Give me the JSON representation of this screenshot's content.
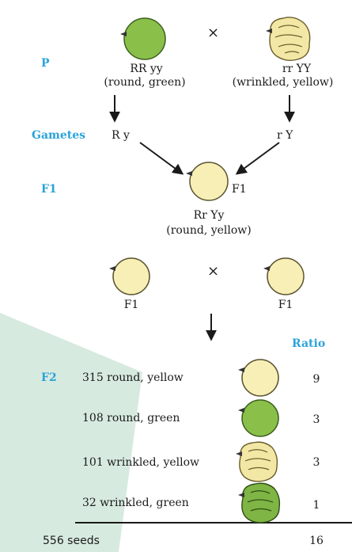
{
  "colors": {
    "generation_label": "#2aa3d8",
    "seed_yellow": "#f7efb5",
    "seed_green": "#8ac04a",
    "wedge": "#d7eadf"
  },
  "parents": {
    "label": "P",
    "cross_symbol": "×",
    "left": {
      "genotype": "RR yy",
      "phenotype": "(round, green)",
      "seed": "round-green"
    },
    "right": {
      "genotype": "rr YY",
      "phenotype": "(wrinkled, yellow)",
      "seed": "wrinkled-yellow"
    }
  },
  "gametes": {
    "label": "Gametes",
    "left": "R y",
    "right": "r Y"
  },
  "f1": {
    "label": "F1",
    "seed_label": "F1",
    "genotype": "Rr Yy",
    "phenotype": "(round, yellow)",
    "cross_symbol": "×",
    "left_label": "F1",
    "right_label": "F1"
  },
  "f2": {
    "label": "F2",
    "ratio_header": "Ratio",
    "rows": [
      {
        "text": "315 round, yellow",
        "ratio": "9",
        "seed": "round-yellow"
      },
      {
        "text": "108 round, green",
        "ratio": "3",
        "seed": "round-green"
      },
      {
        "text": "101 wrinkled, yellow",
        "ratio": "3",
        "seed": "wrinkled-yellow"
      },
      {
        "text": "32 wrinkled, green",
        "ratio": "1",
        "seed": "wrinkled-green"
      }
    ],
    "total_text": "556 seeds",
    "total_ratio": "16"
  }
}
